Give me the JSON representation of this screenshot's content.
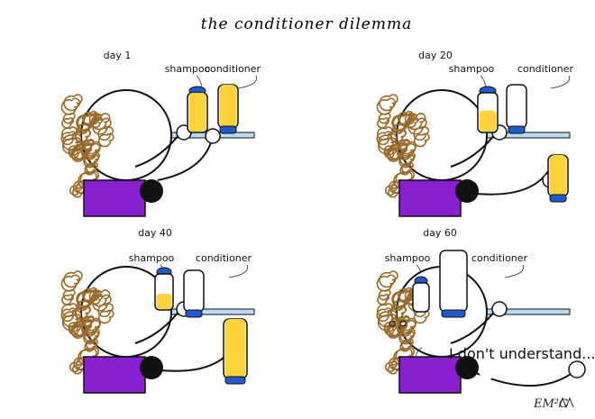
{
  "title": "the conditioner dilemma",
  "panels": [
    {
      "day": "day 1",
      "shampoo_label": "shampoo",
      "conditioner_label": "conditioner",
      "shampoo_fill": 1.0,
      "conditioner_fill": 1.0
    },
    {
      "day": "day 20",
      "shampoo_label": "shampoo",
      "conditioner_label": "conditioner",
      "shampoo_fill": 0.55,
      "conditioner_fill": 0.0
    },
    {
      "day": "day 40",
      "shampoo_label": "shampoo",
      "conditioner_label": "conditioner",
      "shampoo_fill": 0.45,
      "conditioner_fill": 0.0
    },
    {
      "day": "day 60",
      "shampoo_label": "shampoo",
      "conditioner_label": "conditioner",
      "shampoo_fill": 0.0,
      "conditioner_fill": 0.0
    }
  ],
  "speech": "I don't understand...",
  "signature": "EM²C",
  "colors": {
    "hair": "#9a6a2a",
    "body": "#8a1fd0",
    "bottle_fill": "#fdd33d",
    "cap": "#1f5cc7",
    "shelf": "#b8dcf5",
    "outline": "#111111"
  }
}
